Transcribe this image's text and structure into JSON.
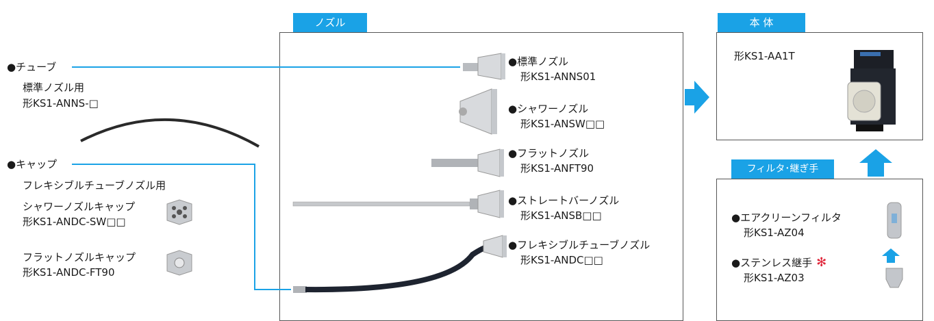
{
  "tabs": {
    "nozzle": "ノズル",
    "body": "本 体",
    "filter": "フィルタ･継ぎ手"
  },
  "left": {
    "tube_title": "●チューブ",
    "tube_sub": "標準ノズル用",
    "tube_model": "形KS1-ANNS-□",
    "cap_title": "●キャップ",
    "cap_sub": "フレキシブルチューブノズル用",
    "shower_cap": "シャワーノズルキャップ",
    "shower_cap_model": "形KS1-ANDC-SW□□",
    "flat_cap": "フラットノズルキャップ",
    "flat_cap_model": "形KS1-ANDC-FT90"
  },
  "nozzles": [
    {
      "name": "●標準ノズル",
      "model": "形KS1-ANNS01"
    },
    {
      "name": "●シャワーノズル",
      "model": "形KS1-ANSW□□"
    },
    {
      "name": "●フラットノズル",
      "model": "形KS1-ANFT90"
    },
    {
      "name": "●ストレートバーノズル",
      "model": "形KS1-ANSB□□"
    },
    {
      "name": "●フレキシブルチューブノズル",
      "model": "形KS1-ANDC□□"
    }
  ],
  "body_panel": {
    "model": "形KS1-AA1T"
  },
  "filter_panel": {
    "air_filter": "●エアクリーンフィルタ",
    "air_filter_model": "形KS1-AZ04",
    "joint": "●ステンレス継手",
    "joint_mark": "✻",
    "joint_model": "形KS1-AZ03"
  },
  "colors": {
    "accent": "#1aa2e6",
    "line": "#1aa2e6",
    "asterisk": "#e0263a"
  }
}
